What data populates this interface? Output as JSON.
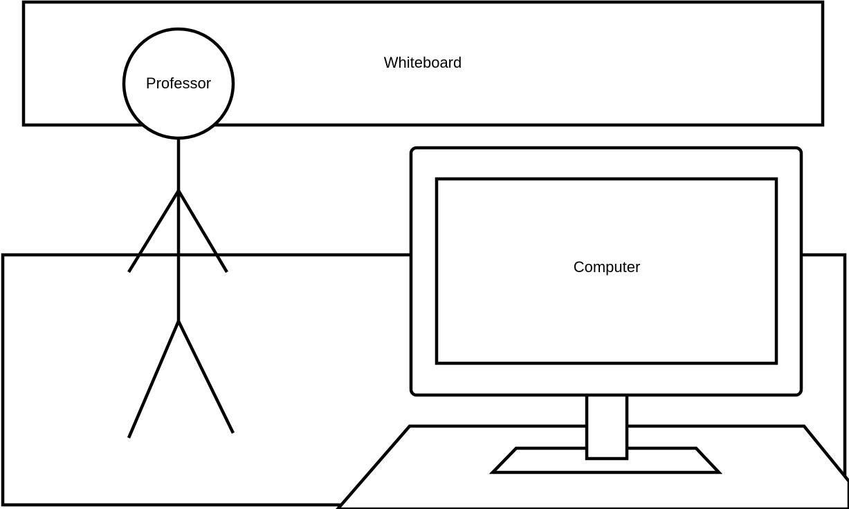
{
  "labels": {
    "whiteboard": "Whiteboard",
    "professor": "Professor",
    "computer": "Computer"
  },
  "colors": {
    "stroke": "#000000",
    "background": "#ffffff"
  }
}
